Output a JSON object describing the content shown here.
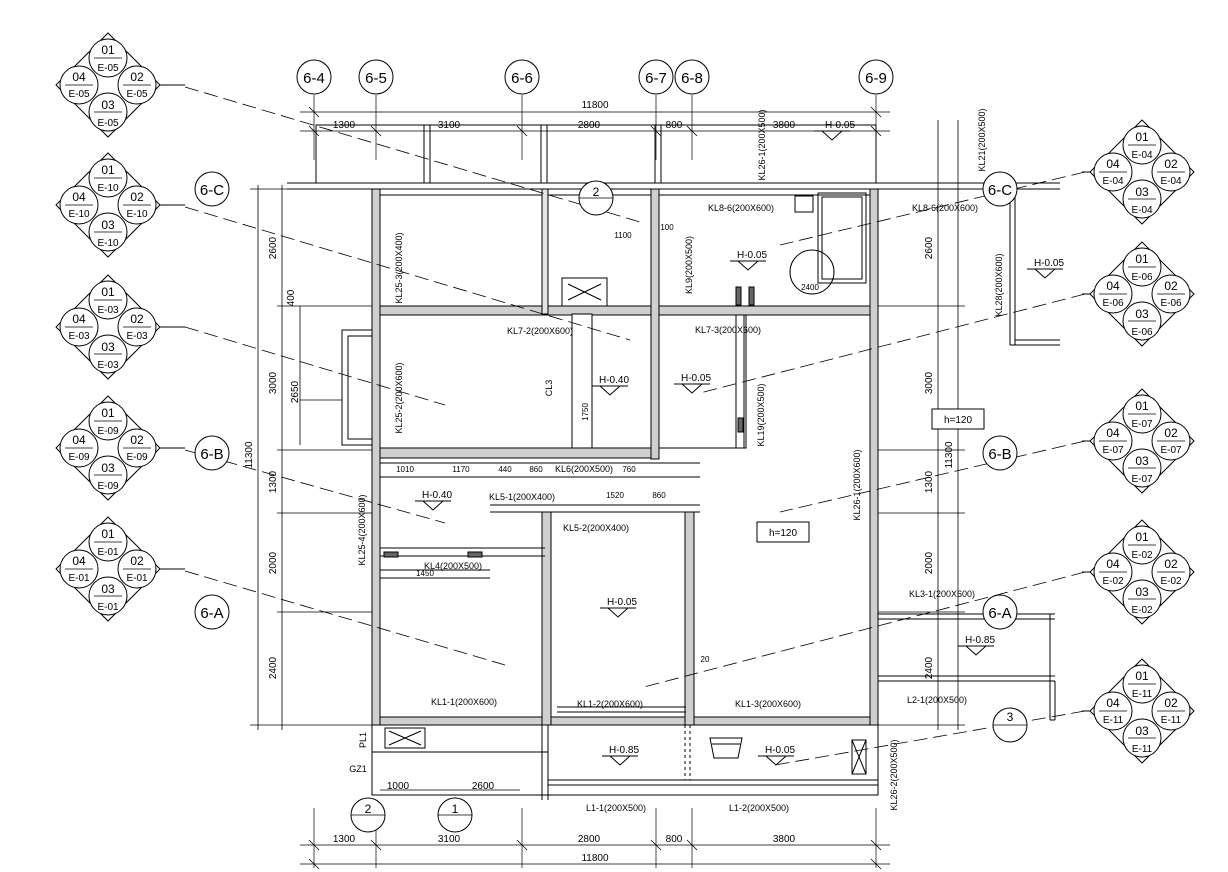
{
  "axes": {
    "top": [
      "6-4",
      "6-5",
      "6-6",
      "6-7",
      "6-8",
      "6-9"
    ],
    "left": [
      "6-C",
      "6-B",
      "6-A"
    ],
    "right": [
      "6-C",
      "6-B",
      "6-A"
    ]
  },
  "dims": {
    "top_total": "11800",
    "top_parts": [
      "1300",
      "3100",
      "2800",
      "800",
      "3800"
    ],
    "bottom_total": "11800",
    "bottom_parts": [
      "1300",
      "3100",
      "2800",
      "800",
      "3800"
    ],
    "left_parts": [
      "2600",
      "3000",
      "1300",
      "2000",
      "2400"
    ],
    "left_total": "11300",
    "left_small": [
      "400",
      "2650"
    ],
    "right_parts": [
      "2600",
      "3000",
      "1300",
      "2000",
      "2400"
    ],
    "right_total": "11300",
    "bottom_small": [
      "1000",
      "2600"
    ],
    "inner": [
      "1100",
      "100",
      "1010",
      "1170",
      "440",
      "860",
      "760",
      "1520",
      "860",
      "1450",
      "1750",
      "20",
      "2400"
    ]
  },
  "callout_groups": [
    {
      "q": [
        "01",
        "02",
        "03",
        "04"
      ],
      "sheet": "E-05"
    },
    {
      "q": [
        "01",
        "02",
        "03",
        "04"
      ],
      "sheet": "E-10"
    },
    {
      "q": [
        "01",
        "02",
        "03",
        "04"
      ],
      "sheet": "E-03"
    },
    {
      "q": [
        "01",
        "02",
        "03",
        "04"
      ],
      "sheet": "E-09"
    },
    {
      "q": [
        "01",
        "02",
        "03",
        "04"
      ],
      "sheet": "E-01"
    },
    {
      "q": [
        "01",
        "02",
        "03",
        "04"
      ],
      "sheet": "E-04"
    },
    {
      "q": [
        "01",
        "02",
        "03",
        "04"
      ],
      "sheet": "E-06"
    },
    {
      "q": [
        "01",
        "02",
        "03",
        "04"
      ],
      "sheet": "E-07"
    },
    {
      "q": [
        "01",
        "02",
        "03",
        "04"
      ],
      "sheet": "E-02"
    },
    {
      "q": [
        "01",
        "02",
        "03",
        "04"
      ],
      "sheet": "E-11"
    }
  ],
  "section_marks": [
    "2",
    "1",
    "2",
    "3"
  ],
  "levels": {
    "h005": "H-0.05",
    "h040": "H-0.40",
    "h085": "H-0.85",
    "h120": "h=120"
  },
  "beams": {
    "kl1_1": "KL1-1(200X600)",
    "kl1_2": "KL1-2(200X600)",
    "kl1_3": "KL1-3(200X600)",
    "kl3_1": "KL3-1(200X600)",
    "kl4": "KL4(200X500)",
    "kl5_1": "KL5-1(200X400)",
    "kl5_2": "KL5-2(200X400)",
    "kl6": "KL6(200X500)",
    "kl7_2": "KL7-2(200X600)",
    "kl7_3": "KL7-3(200X600)",
    "kl8_6": "KL8-6(200X600)",
    "kl8_6b": "KL8-6(200X600)",
    "kl9": "KL9(200X500)",
    "kl19": "KL19(200X500)",
    "kl21": "KL21(200X500)",
    "kl25_2": "KL25-2(200X600)",
    "kl25_3": "KL25-3(200X400)",
    "kl25_4": "KL25-4(200X600)",
    "kl26_1": "KL26-1(200X600)",
    "kl26_1b": "KL26-1(200X500)",
    "kl28": "KL28(200X600)",
    "kl26_2": "KL26-2(200X500)",
    "l1_1": "L1-1(200X500)",
    "l1_2": "L1-2(200X500)",
    "l2_1": "L2-1(200X500)",
    "cl3": "CL3",
    "pl1": "PL1",
    "gz1": "GZ1"
  }
}
